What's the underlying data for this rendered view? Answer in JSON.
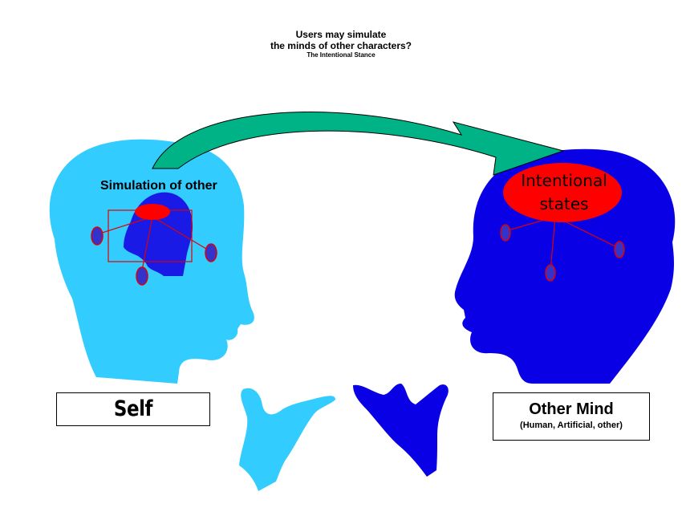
{
  "title": {
    "line1": "Users may simulate",
    "line2": "the minds of other characters?",
    "subtitle": "The Intentional Stance"
  },
  "self_head": {
    "label": "Simulation of other",
    "color": "#33CCFF",
    "inner_head_color": "#1A1AE6",
    "node_color": "#FF0000"
  },
  "other_head": {
    "label_line1": "Intentional",
    "label_line2": "states",
    "color": "#0A00E6",
    "node_color": "#FF0000"
  },
  "arrow": {
    "color": "#00B386"
  },
  "self_box": {
    "label": "Self"
  },
  "other_box": {
    "label": "Other Mind",
    "sublabel": "(Human, Artificial, other)"
  },
  "hands": {
    "left_color": "#33CCFF",
    "right_color": "#0A00E6"
  }
}
